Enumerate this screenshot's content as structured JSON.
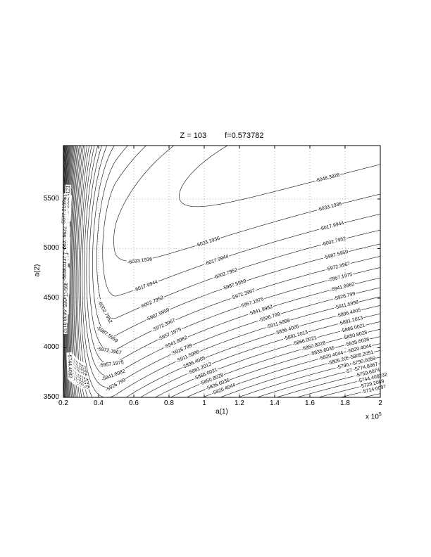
{
  "figure": {
    "title_left": "Z = 103",
    "title_right": "f=0.573782",
    "x_label": "a(1)",
    "y_label": "a(2)",
    "x_scale_label": "x 10",
    "x_scale_exponent": "5"
  },
  "chart_data": {
    "type": "contour",
    "title": "Z = 103   f=0.573782",
    "xlabel": "a(1)",
    "ylabel": "a(2)",
    "x_axis": {
      "tick_labels": [
        "0.2",
        "0.4",
        "0.6",
        "0.8",
        "1",
        "1.2",
        "1.4",
        "1.6",
        "1.8",
        "2"
      ],
      "tick_values": [
        0.2,
        0.4,
        0.6,
        0.8,
        1,
        1.2,
        1.4,
        1.6,
        1.8,
        2
      ],
      "unit_multiplier_label": "x 10^5"
    },
    "y_axis": {
      "tick_labels": [
        "3500",
        "4000",
        "4500",
        "5000",
        "5500"
      ],
      "tick_values": [
        3500,
        4000,
        4500,
        5000,
        5500
      ]
    },
    "x_range": [
      0.2,
      2
    ],
    "y_range": [
      3500,
      6039
    ],
    "grid": true,
    "line_color": "#000000",
    "contour_labels": [
      "-6048.3828",
      "-6033.1936",
      "-6017.9944",
      "-6002.7952",
      "-5987.5959",
      "-5972.3967",
      "-5957.1975",
      "-5941.9982",
      "-5926.799",
      "-5911.5998",
      "-5896.4005",
      "-5881.2013",
      "-5866.0021",
      "-5850.8028",
      "-5835.6036",
      "-5820.4044",
      "-5805.2051",
      "-5790.0059",
      "-5774.8067",
      "-5759.6074",
      "-5744.4082",
      "-5729.2089",
      "-5714.0097"
    ],
    "level_step": 15.1992,
    "n_extra_levels": 16
  }
}
